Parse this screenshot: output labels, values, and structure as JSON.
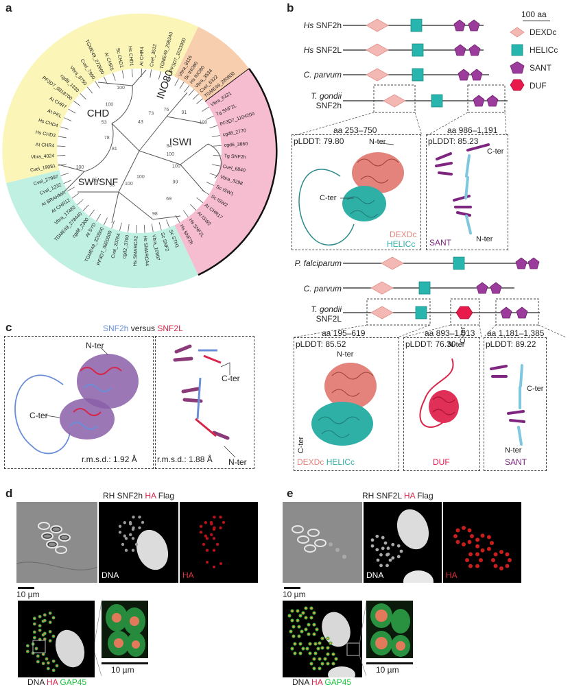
{
  "panel_labels": {
    "a": "a",
    "b": "b",
    "c": "c",
    "d": "d",
    "e": "e"
  },
  "panel_a": {
    "clades": {
      "chd": "CHD",
      "ino80": "INO80",
      "iswi": "ISWI",
      "swisnf": "SWI/SNF"
    },
    "leaves": {
      "chd": [
        "Cvel_19081",
        "Vbra_4024",
        "At CHR4",
        "Hs CHD3",
        "Hs CHD4",
        "At PKL",
        "At CHR7",
        "PF3D7_0818700",
        "cgd8_1330",
        "Vbra_9750",
        "Cvel_7960",
        "TGME49_272660",
        "At CHR5",
        "Sc CHD1",
        "Hs CHD1",
        "At CHR4",
        "Cvel_3512",
        "TGME49_298340",
        "PF3D7_1023900"
      ],
      "ino80": [
        "Vbra_8116",
        "Sc INO80",
        "Hs INO80",
        "Vbra_3534",
        "Cvel_6322",
        "TGME49_280800"
      ],
      "iswi": [
        "Vbra_6321",
        "Tg SNF2L",
        "PF3D7_1104200",
        "cgd8_2770",
        "cgd6_3860",
        "Tg SNF2h",
        "Cvel_6840",
        "Vbra_3298",
        "Sc ISW1",
        "Sc ISW2",
        "At CHR17",
        "At ISW2",
        "Hs SNF2L",
        "Hs SNF2h"
      ],
      "swisnf": [
        "Sc STH1",
        "Sc SNF2",
        "Vbra_10907",
        "Hs SMARCA4",
        "Hs SMARCA2",
        "cgd2_3700",
        "Cvel_20764",
        "PF3D7_0820000",
        "TGME49_320500",
        "At SYD",
        "cgd8_2300",
        "TGME49_278440",
        "Vbra_17482",
        "At CHR12",
        "At BRAHMA",
        "Cvel_1232",
        "Cvel_27997"
      ]
    },
    "bootstrap": [
      "100",
      "100",
      "99",
      "69",
      "98",
      "100",
      "100",
      "96",
      "65",
      "100",
      "81",
      "78",
      "53",
      "100",
      "100",
      "43",
      "73",
      "76",
      "91",
      "100",
      "84"
    ]
  },
  "panel_b": {
    "scale_label": "100 aa",
    "legend": [
      {
        "label": "DEXDc",
        "color": "#f4b8b4",
        "shape": "diamond-icon"
      },
      {
        "label": "HELICc",
        "color": "#27b5ae",
        "shape": "square-icon"
      },
      {
        "label": "SANT",
        "color": "#9b3b9b",
        "shape": "pentagon-icon"
      },
      {
        "label": "DUF",
        "color": "#e8194b",
        "shape": "hexagon-icon"
      }
    ],
    "snf2h_rows": [
      {
        "sp": "Hs",
        "gene": "SNF2h"
      },
      {
        "sp": "Hs",
        "gene": "SNF2L"
      },
      {
        "sp": "C. parvum",
        "gene": ""
      },
      {
        "sp": "T. gondii",
        "gene": "SNF2h"
      }
    ],
    "snf2l_rows": [
      {
        "sp": "P. falciparum",
        "gene": ""
      },
      {
        "sp": "C. parvum",
        "gene": ""
      },
      {
        "sp": "T. gondii",
        "gene": "SNF2L"
      }
    ],
    "struct_top": [
      {
        "range": "aa 253–750",
        "plddt": "pLDDT: 79.80",
        "labels": [
          "N-ter",
          "C-ter"
        ],
        "dom1": "DEXDc",
        "dom2": "HELICc"
      },
      {
        "range": "aa 986–1,191",
        "plddt": "pLDDT: 85.23",
        "labels": [
          "C-ter",
          "N-ter"
        ],
        "dom1": "SANT"
      }
    ],
    "struct_bottom": [
      {
        "range": "aa 195–619",
        "plddt": "pLDDT: 85.52",
        "labels": [
          "N-ter",
          "C-ter"
        ],
        "dom1": "DEXDc",
        "dom2": "HELICc"
      },
      {
        "range": "aa 893–1,013",
        "plddt": "pLDDT: 76.30",
        "labels": [
          "N-ter",
          "C-ter"
        ],
        "dom1": "DUF"
      },
      {
        "range": "aa 1,181–1,385",
        "plddt": "pLDDT: 89.22",
        "labels": [
          "C-ter",
          "N-ter"
        ],
        "dom1": "SANT"
      }
    ]
  },
  "panel_c": {
    "title_a": "SNF2h",
    "title_vs": "versus",
    "title_b": "SNF2L",
    "left": {
      "rmsd": "r.m.s.d.: 1.92 Å",
      "nter": "N-ter",
      "cter": "C-ter"
    },
    "right": {
      "rmsd": "r.m.s.d.: 1.88 Å",
      "nter": "N-ter",
      "cter": "C-ter"
    }
  },
  "panel_d": {
    "title": {
      "a": "RH SNF2h",
      "b": "HA",
      "c": "Flag"
    },
    "caps": {
      "dna": "DNA",
      "ha": "HA"
    },
    "scale": "10 µm",
    "merge": {
      "a": "DNA",
      "b": "HA",
      "c": "GAP45"
    }
  },
  "panel_e": {
    "title": {
      "a": "RH SNF2L",
      "b": "HA",
      "c": "Flag"
    },
    "caps": {
      "dna": "DNA",
      "ha": "HA"
    },
    "scale": "10 µm",
    "merge": {
      "a": "DNA",
      "b": "HA",
      "c": "GAP45"
    }
  },
  "colors": {
    "blue": "#6a8fd8",
    "red": "#d8264b",
    "pink_clade": "#f6bcd0",
    "yellow_clade": "#fbf6b8",
    "orange_clade": "#f8cfae",
    "teal_clade": "#bff0e2",
    "dexdc": "#f4b8b4",
    "helicc": "#27b5ae",
    "sant": "#9b3b9b",
    "duf": "#e8194b",
    "gap45": "#19c43a"
  }
}
